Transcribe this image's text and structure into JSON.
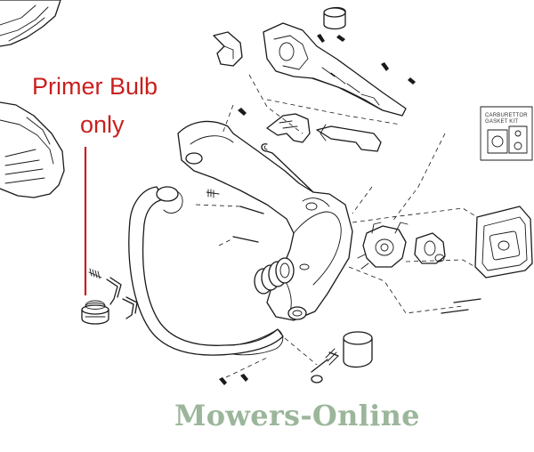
{
  "callout": {
    "line1": "Primer Bulb",
    "line2": "only",
    "color": "#c8201e"
  },
  "kit_label": {
    "line1": "CARBURETTOR",
    "line2": "GASKET KIT"
  },
  "watermark": {
    "text": "Mowers-Online",
    "color": "#9bb69a"
  }
}
